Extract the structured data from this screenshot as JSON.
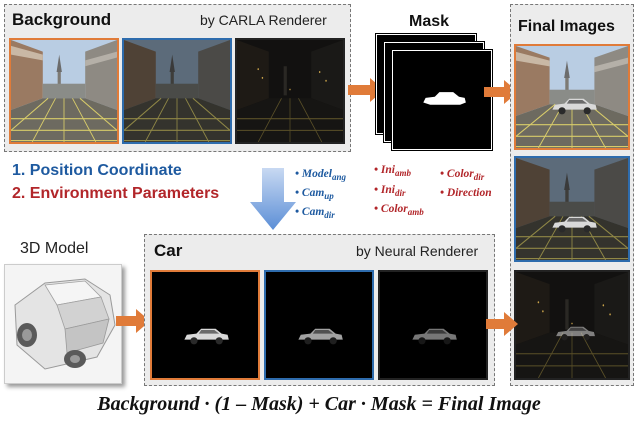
{
  "background": {
    "title": "Background",
    "renderer": "by CARLA Renderer"
  },
  "mask": {
    "title": "Mask"
  },
  "final": {
    "title": "Final Images"
  },
  "list": {
    "item1": "1.  Position Coordinate",
    "item2": "2.  Environment Parameters"
  },
  "position_params": [
    {
      "bullet": "•",
      "base": "Model",
      "sub": "ang"
    },
    {
      "bullet": "•",
      "base": "Cam",
      "sub": "up"
    },
    {
      "bullet": "•",
      "base": "Cam",
      "sub": "dir"
    }
  ],
  "environment_params": [
    {
      "bullet": "•",
      "base": "Ini",
      "sub": "amb"
    },
    {
      "bullet": "•",
      "base": "Ini",
      "sub": "dir"
    },
    {
      "bullet": "•",
      "base": "Color",
      "sub": "amb"
    },
    {
      "bullet": "•",
      "base": "Color",
      "sub": "dir"
    },
    {
      "bullet": "•",
      "base": "Direction",
      "sub": ""
    }
  ],
  "model": {
    "label": "3D Model"
  },
  "car": {
    "title": "Car",
    "renderer": "by Neural Renderer"
  },
  "equation": "Background · (1 – Mask) + Car · Mask = Final Image",
  "colors": {
    "orange": "#e07b39",
    "blue": "#2e6cad",
    "text_blue": "#1e5aa0",
    "text_red": "#b2262a",
    "arrow_blue": "#5b8ed6"
  }
}
